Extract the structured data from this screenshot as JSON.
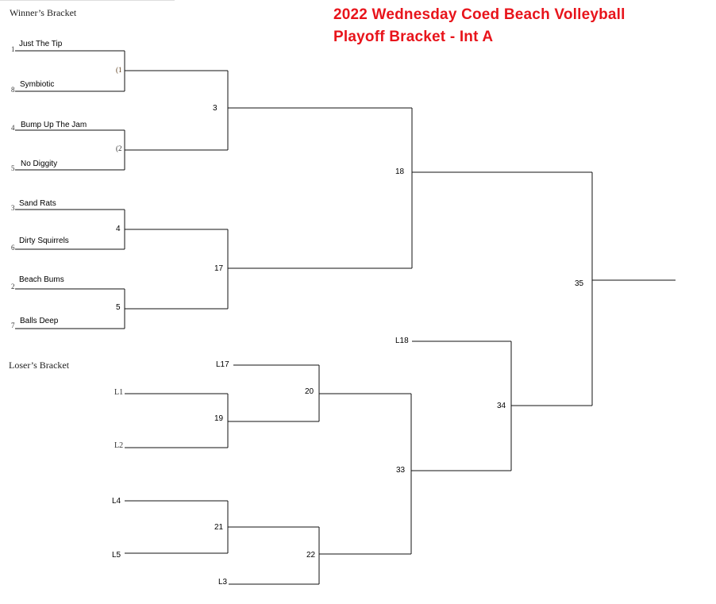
{
  "title": {
    "line1": "2022 Wednesday Coed Beach Volleyball",
    "line2": "Playoff Bracket - Int A"
  },
  "winners_bracket": {
    "label": "Winner’s Bracket",
    "teams": [
      {
        "seed": "1",
        "name": "Just The Tip"
      },
      {
        "seed": "8",
        "name": "Symbiotic"
      },
      {
        "seed": "4",
        "name": "Bump Up The Jam"
      },
      {
        "seed": "5",
        "name": "No Diggity"
      },
      {
        "seed": "3",
        "name": "Sand Rats"
      },
      {
        "seed": "6",
        "name": "Dirty Squirrels"
      },
      {
        "seed": "2",
        "name": "Beach Bums"
      },
      {
        "seed": "7",
        "name": "Balls Deep"
      }
    ],
    "round1_games": [
      "(1",
      "(2",
      "4",
      "5"
    ],
    "round2_games": [
      "3",
      "17"
    ],
    "final_game": "18"
  },
  "losers_bracket": {
    "label": "Loser’s Bracket",
    "entries": {
      "l1": "L1",
      "l2": "L2",
      "l4": "L4",
      "l5": "L5",
      "l3": "L3",
      "l17": "L17",
      "l18": "L18"
    },
    "games": {
      "g19": "19",
      "g20": "20",
      "g21": "21",
      "g22": "22",
      "g33": "33",
      "g34": "34"
    }
  },
  "championship_game": "35"
}
